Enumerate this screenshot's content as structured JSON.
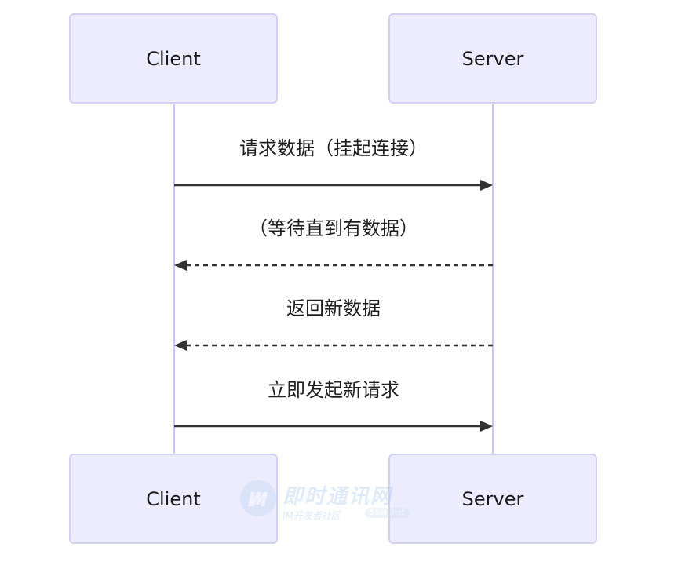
{
  "actors": {
    "client": "Client",
    "server": "Server"
  },
  "messages": [
    {
      "text": "请求数据（挂起连接）",
      "from": "Client",
      "to": "Server",
      "style": "solid"
    },
    {
      "text": "（等待直到有数据）",
      "from": "Server",
      "to": "Client",
      "style": "dashed"
    },
    {
      "text": "返回新数据",
      "from": "Server",
      "to": "Client",
      "style": "dashed"
    },
    {
      "text": "立即发起新请求",
      "from": "Client",
      "to": "Server",
      "style": "solid"
    }
  ],
  "watermark": {
    "name": "即时通讯网",
    "sub": "IM开发者社区",
    "domain": "52im.net"
  },
  "colors": {
    "actor_fill": "#ececfe",
    "actor_border": "#d3d1f2",
    "lifeline": "#c8c6ee",
    "arrow": "#333333"
  }
}
